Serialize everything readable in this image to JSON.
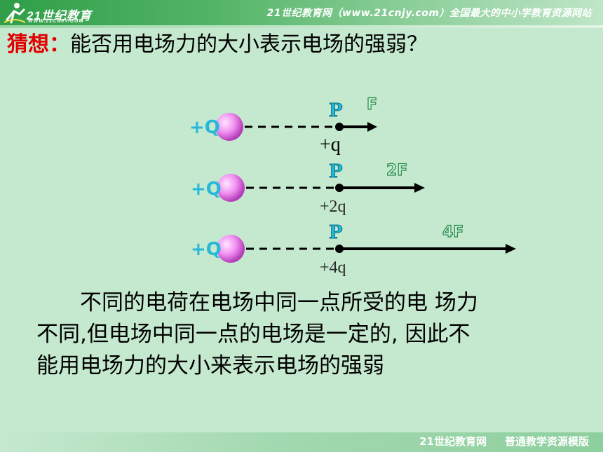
{
  "header": {
    "logo_text": "21世纪教育",
    "logo_sub": "WWW.21CNJY.COM",
    "slogan": "21世纪教育网（www.21cnjy.com）全国最大的中小学教育资源网站"
  },
  "title": {
    "label": "猜想：",
    "question": "能否用电场力的大小表示电场的强弱？"
  },
  "diagram": {
    "rows": [
      {
        "source_charge": "+Q",
        "point": "P",
        "force": "F",
        "test_charge": "+q",
        "force_multiple": 1
      },
      {
        "source_charge": "+Q",
        "point": "P",
        "force": "2F",
        "test_charge": "+2q",
        "force_multiple": 2
      },
      {
        "source_charge": "+Q",
        "point": "P",
        "force": "4F",
        "test_charge": "+4q",
        "force_multiple": 4
      }
    ]
  },
  "body": {
    "line1": "不同的电荷在电场中同一点所受的电 场力",
    "line2": "不同,但电场中同一点的电场是一定的,  因此不",
    "line3": "能用电场力的大小来表示电场的强弱"
  },
  "footer": {
    "site": "21世纪教育网",
    "template": "普通教学资源模版"
  },
  "colors": {
    "background": "#c5e9cf",
    "title_label": "#e00000",
    "charge_label": "#25b8d8",
    "sphere": "#f08ef0"
  }
}
